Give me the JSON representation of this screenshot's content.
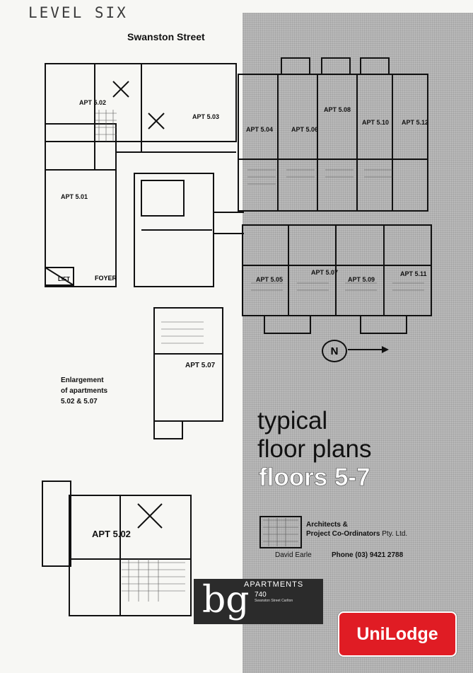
{
  "handwritten_title": "LEVEL SIX",
  "street_label": "Swanston Street",
  "apartments": {
    "a502": "APT 5.02",
    "a503": "APT 5.03",
    "a501": "APT 5.01",
    "a504": "APT 5.04",
    "a506": "APT 5.06",
    "a508": "APT 5.08",
    "a510": "APT 5.10",
    "a512": "APT 5.12",
    "a505": "APT 5.05",
    "a507": "APT 5.07",
    "a509": "APT 5.09",
    "a511": "APT 5.11",
    "enl507": "APT 5.07",
    "enl502": "APT 5.02"
  },
  "labels": {
    "foyer": "FOYER",
    "lift": "LIFT",
    "north": "N"
  },
  "enlargement": {
    "line1": "Enlargement",
    "line2": "of apartments",
    "line3": "5.02 & 5.07"
  },
  "heading": {
    "line1": "typical",
    "line2": "floor plans",
    "line3": "floors 5-7"
  },
  "architect": {
    "line1": "Architects &",
    "line2_a": "Project Co-Ordinators",
    "line2_b": " Pty. Ltd.",
    "person": "David Earle",
    "phone": "Phone (03) 9421 2788"
  },
  "brand": {
    "letters": "bg",
    "apartments": "APARTMENTS",
    "number": "740",
    "street": "Swanston Street Carlton",
    "unilodge": "UniLodge"
  },
  "colors": {
    "panel": "#b9b9b9",
    "unilodge_red": "#e01c24",
    "ink": "#111111"
  }
}
